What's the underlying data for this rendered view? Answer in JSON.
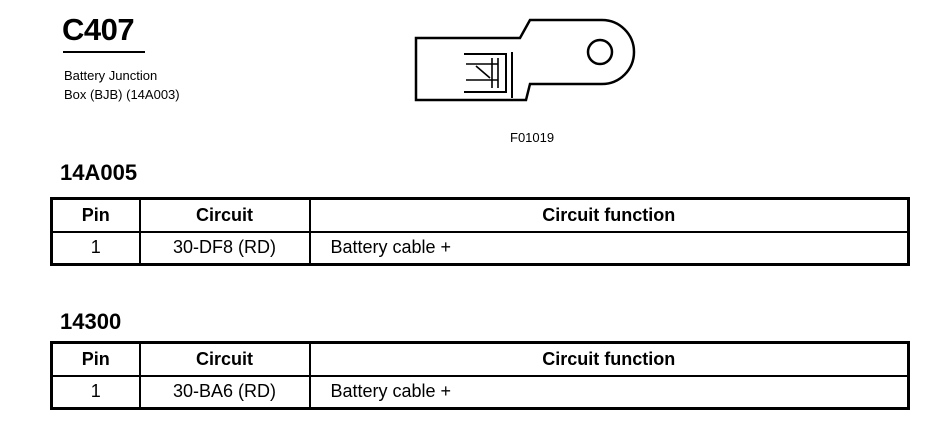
{
  "connector": {
    "id": "C407",
    "description_line1": "Battery Junction",
    "description_line2": "Box (BJB) (14A003)"
  },
  "figure_id": "F01019",
  "tables": [
    {
      "heading": "14A005",
      "columns": [
        "Pin",
        "Circuit",
        "Circuit function"
      ],
      "rows": [
        {
          "pin": "1",
          "circuit": "30-DF8 (RD)",
          "function": "Battery cable +"
        }
      ]
    },
    {
      "heading": "14300",
      "columns": [
        "Pin",
        "Circuit",
        "Circuit function"
      ],
      "rows": [
        {
          "pin": "1",
          "circuit": "30-BA6 (RD)",
          "function": "Battery cable +"
        }
      ]
    }
  ]
}
